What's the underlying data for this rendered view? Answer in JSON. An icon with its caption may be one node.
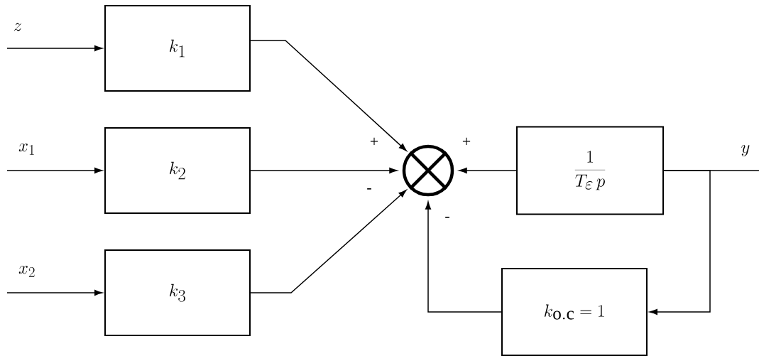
{
  "diagram": {
    "nodes": [
      {
        "text": [
          "k_1"
        ]
      },
      {
        "text": [
          "k_2"
        ]
      },
      {
        "text": [
          "k_3"
        ]
      },
      {
        "text": [],
        "shape": "circle"
      },
      {
        "text": [
          "\\frac{1}{T_{\\varepsilon}\\, p}"
        ]
      },
      {
        "text": [
          "k_{\\mathrm{o.c}}=1"
        ]
      }
    ],
    "edges": [
      {
        "from": 0,
        "to": 3,
        "arrow": "to"
      },
      {
        "from": 1,
        "to": 3,
        "arrow": "to"
      },
      {
        "from": 2,
        "to": 3,
        "arrow": "to"
      },
      {
        "from": 4,
        "to": 3,
        "arrow": "to"
      },
      {
        "from": 4,
        "to": 5,
        "arrow": "to"
      },
      {
        "from": 5,
        "to": 3,
        "arrow": "to"
      },
      {
        "from": null,
        "to": 0,
        "arrow": "to",
        "label": "z"
      },
      {
        "from": null,
        "to": 1,
        "arrow": "to",
        "label": "x_1"
      },
      {
        "from": null,
        "to": 2,
        "arrow": "to",
        "label": "x_2"
      },
      {
        "from": 4,
        "to": null,
        "arrow": "none",
        "label": "y"
      }
    ],
    "labels": [
      "+",
      "+",
      "-",
      "-"
    ]
  }
}
